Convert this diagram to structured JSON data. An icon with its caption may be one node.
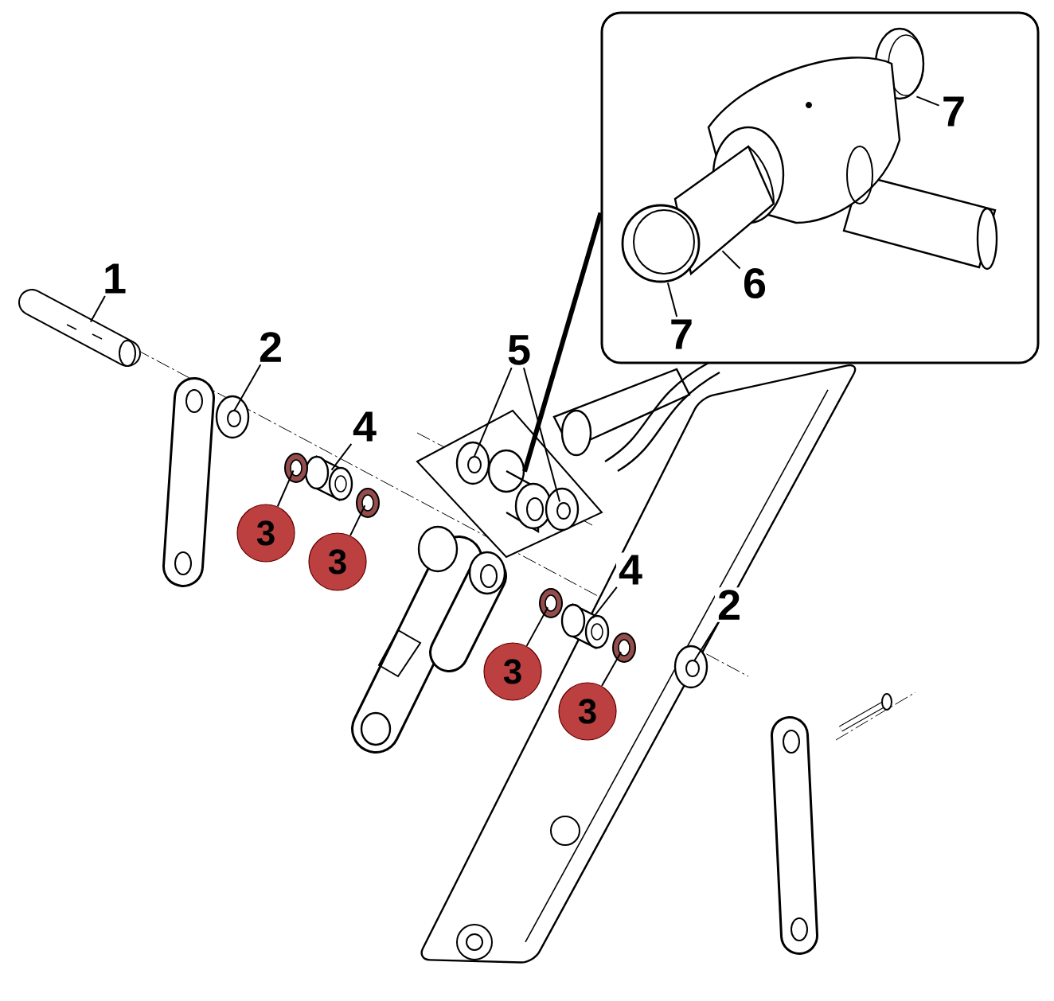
{
  "diagram": {
    "nodes": [
      {
        "text": [],
        "shape": "box"
      },
      {
        "text": [
          "7"
        ],
        "in": 0
      },
      {
        "text": [
          "6"
        ],
        "in": 0
      },
      {
        "text": [
          "7"
        ],
        "in": 0
      },
      {
        "text": [],
        "shape": "picture",
        "in": 0
      },
      {
        "text": [],
        "shape": "picture",
        "in": 0
      },
      {
        "text": [],
        "shape": "picture",
        "in": 0
      },
      {
        "text": [
          "1"
        ]
      },
      {
        "text": [],
        "shape": "picture"
      },
      {
        "text": [
          "2"
        ]
      },
      {
        "text": [],
        "shape": "picture"
      },
      {
        "text": [
          "4"
        ]
      },
      {
        "text": [],
        "shape": "picture"
      },
      {
        "text": [
          "5"
        ]
      },
      {
        "text": [],
        "shape": "picture"
      },
      {
        "text": [],
        "shape": "picture"
      },
      {
        "text": [],
        "shape": "picture"
      },
      {
        "text": [],
        "shape": "picture"
      },
      {
        "text": [],
        "shape": "picture"
      },
      {
        "text": [
          "3"
        ]
      },
      {
        "text": [
          "3"
        ]
      },
      {
        "text": [],
        "shape": "picture"
      },
      {
        "text": [],
        "shape": "picture"
      },
      {
        "text": [
          "4"
        ]
      },
      {
        "text": [],
        "shape": "picture"
      },
      {
        "text": [
          "2"
        ]
      },
      {
        "text": [],
        "shape": "picture"
      },
      {
        "text": [
          "3"
        ]
      },
      {
        "text": [
          "3"
        ]
      }
    ],
    "edges": [
      {
        "from": 1,
        "to": 4,
        "arrow": "none"
      },
      {
        "from": 2,
        "to": 5,
        "arrow": "none"
      },
      {
        "from": 3,
        "to": 6,
        "arrow": "none"
      },
      {
        "from": 0,
        "to": 15,
        "arrow": "none",
        "style": "thick"
      },
      {
        "from": 7,
        "to": 8,
        "arrow": "none"
      },
      {
        "from": 9,
        "to": 10,
        "arrow": "none"
      },
      {
        "from": 11,
        "to": 12,
        "arrow": "none"
      },
      {
        "from": 13,
        "to": 14,
        "arrow": "none"
      },
      {
        "from": 13,
        "to": 16,
        "arrow": "none"
      },
      {
        "from": 19,
        "to": 17,
        "arrow": "none"
      },
      {
        "from": 20,
        "to": 18,
        "arrow": "none"
      },
      {
        "from": 27,
        "to": 21,
        "arrow": "none"
      },
      {
        "from": 28,
        "to": 22,
        "arrow": "none"
      },
      {
        "from": 23,
        "to": 24,
        "arrow": "none"
      },
      {
        "from": 25,
        "to": 26,
        "arrow": "none"
      }
    ]
  }
}
